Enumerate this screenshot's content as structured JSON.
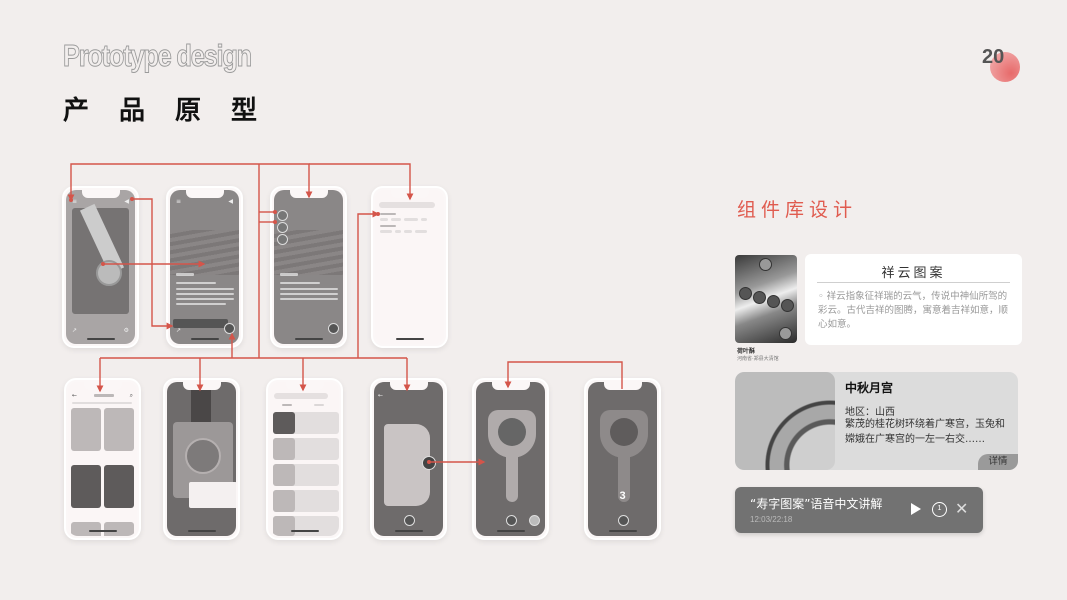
{
  "header": {
    "title_en": "Prototype design",
    "title_cn": "产品原型",
    "page_number": "20"
  },
  "colors": {
    "accent": "#e05b4f",
    "flow_line": "#d4554a",
    "background": "#f2eeed"
  },
  "prototype_screens": {
    "row1": [
      {
        "name": "pattern-image-screen",
        "theme": "gray"
      },
      {
        "name": "pattern-detail-screen",
        "theme": "gray"
      },
      {
        "name": "pattern-menu-screen",
        "theme": "gray"
      },
      {
        "name": "search-screen",
        "theme": "light"
      }
    ],
    "row2": [
      {
        "name": "category-grid-screen",
        "theme": "light"
      },
      {
        "name": "mold-scan-screen",
        "theme": "dark"
      },
      {
        "name": "search-results-screen",
        "theme": "light"
      },
      {
        "name": "puzzle-screen",
        "theme": "dark"
      },
      {
        "name": "mold-view-screen",
        "theme": "dark"
      },
      {
        "name": "countdown-screen",
        "theme": "dark"
      }
    ],
    "countdown_value": "3"
  },
  "component_library": {
    "title": "组件库设计",
    "card1": {
      "image_caption_title": "荷叶酥",
      "image_caption_sub": "河南省·郑县大清馆",
      "title": "祥云图案",
      "text": "◦ 祥云指象征祥瑞的云气，传说中神仙所驾的彩云。古代吉祥的图腾，寓意着吉祥如意，顺心如意。"
    },
    "card2": {
      "title": "中秋月宫",
      "region": "地区：山西",
      "description": "繁茂的桂花树环绕着广寒宫，玉兔和嫦娥在广寒宫的一左一右交……",
      "detail_label": "详情"
    },
    "audio_player": {
      "title": "“寿字图案”语音中文讲解",
      "time": "12:03/22:18",
      "speed_label": "1",
      "play_icon": "play-icon",
      "speed_icon": "speed-icon",
      "close_icon": "close-icon"
    }
  }
}
